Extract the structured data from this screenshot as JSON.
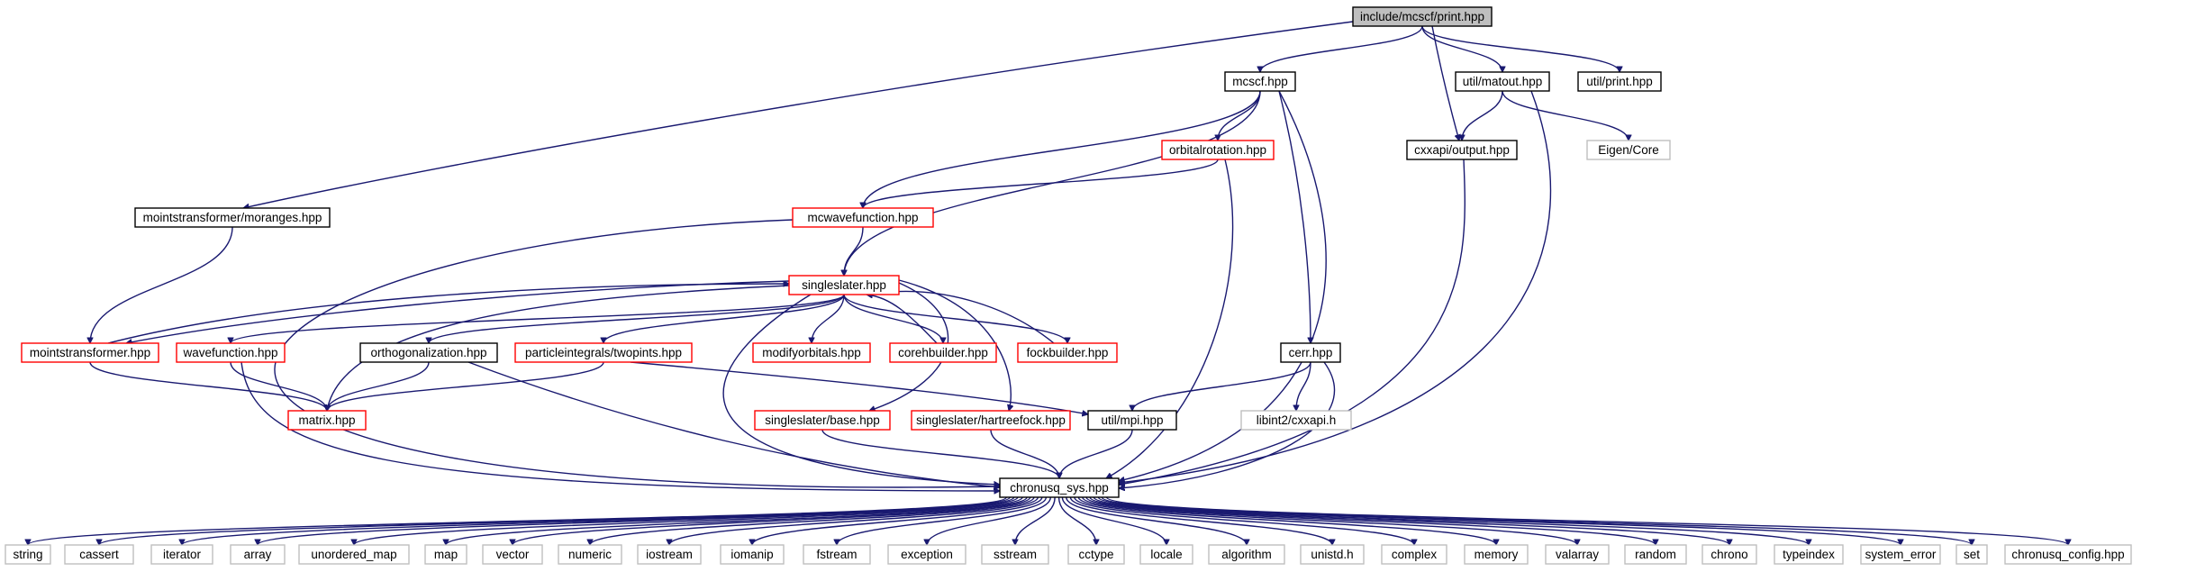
{
  "colors": {
    "edge": "#191970",
    "root_fill": "#bfbfbf",
    "root_stroke": "#000000",
    "doc_stroke": "#000000",
    "incomplete_stroke": "#ff0000",
    "system_stroke": "#bfbfbf",
    "node_fill": "#ffffff"
  },
  "nodes": {
    "print": {
      "label": "include/mcscf/print.hpp",
      "kind": "root"
    },
    "mcscf": {
      "label": "mcscf.hpp",
      "kind": "doc"
    },
    "matout": {
      "label": "util/matout.hpp",
      "kind": "doc"
    },
    "utilprint": {
      "label": "util/print.hpp",
      "kind": "doc"
    },
    "eigencore": {
      "label": "Eigen/Core",
      "kind": "system"
    },
    "output": {
      "label": "cxxapi/output.hpp",
      "kind": "doc"
    },
    "orbrot": {
      "label": "orbitalrotation.hpp",
      "kind": "incomplete"
    },
    "moranges": {
      "label": "mointstransformer/moranges.hpp",
      "kind": "doc"
    },
    "mcwf": {
      "label": "mcwavefunction.hpp",
      "kind": "incomplete"
    },
    "singleslater": {
      "label": "singleslater.hpp",
      "kind": "incomplete"
    },
    "mointstrans": {
      "label": "mointstransformer.hpp",
      "kind": "incomplete"
    },
    "wavefunction": {
      "label": "wavefunction.hpp",
      "kind": "incomplete"
    },
    "orthog": {
      "label": "orthogonalization.hpp",
      "kind": "doc"
    },
    "twopints": {
      "label": "particleintegrals/twopints.hpp",
      "kind": "incomplete"
    },
    "modifyorb": {
      "label": "modifyorbitals.hpp",
      "kind": "incomplete"
    },
    "corehb": {
      "label": "corehbuilder.hpp",
      "kind": "incomplete"
    },
    "fockb": {
      "label": "fockbuilder.hpp",
      "kind": "incomplete"
    },
    "cerr": {
      "label": "cerr.hpp",
      "kind": "doc"
    },
    "libint": {
      "label": "libint2/cxxapi.h",
      "kind": "system"
    },
    "matrix": {
      "label": "matrix.hpp",
      "kind": "incomplete"
    },
    "ssbase": {
      "label": "singleslater/base.hpp",
      "kind": "incomplete"
    },
    "sshf": {
      "label": "singleslater/hartreefock.hpp",
      "kind": "incomplete"
    },
    "mpi": {
      "label": "util/mpi.hpp",
      "kind": "doc"
    },
    "chronusq": {
      "label": "chronusq_sys.hpp",
      "kind": "doc"
    },
    "s_string": {
      "label": "string",
      "kind": "system"
    },
    "s_cassert": {
      "label": "cassert",
      "kind": "system"
    },
    "s_iterator": {
      "label": "iterator",
      "kind": "system"
    },
    "s_array": {
      "label": "array",
      "kind": "system"
    },
    "s_unordered_map": {
      "label": "unordered_map",
      "kind": "system"
    },
    "s_map": {
      "label": "map",
      "kind": "system"
    },
    "s_vector": {
      "label": "vector",
      "kind": "system"
    },
    "s_numeric": {
      "label": "numeric",
      "kind": "system"
    },
    "s_iostream": {
      "label": "iostream",
      "kind": "system"
    },
    "s_iomanip": {
      "label": "iomanip",
      "kind": "system"
    },
    "s_fstream": {
      "label": "fstream",
      "kind": "system"
    },
    "s_exception": {
      "label": "exception",
      "kind": "system"
    },
    "s_sstream": {
      "label": "sstream",
      "kind": "system"
    },
    "s_cctype": {
      "label": "cctype",
      "kind": "system"
    },
    "s_locale": {
      "label": "locale",
      "kind": "system"
    },
    "s_algorithm": {
      "label": "algorithm",
      "kind": "system"
    },
    "s_unistd": {
      "label": "unistd.h",
      "kind": "system"
    },
    "s_complex": {
      "label": "complex",
      "kind": "system"
    },
    "s_memory": {
      "label": "memory",
      "kind": "system"
    },
    "s_valarray": {
      "label": "valarray",
      "kind": "system"
    },
    "s_random": {
      "label": "random",
      "kind": "system"
    },
    "s_chrono": {
      "label": "chrono",
      "kind": "system"
    },
    "s_typeindex": {
      "label": "typeindex",
      "kind": "system"
    },
    "s_system_error": {
      "label": "system_error",
      "kind": "system"
    },
    "s_set": {
      "label": "set",
      "kind": "system"
    },
    "s_config": {
      "label": "chronusq_config.hpp",
      "kind": "system"
    }
  },
  "edges": [
    [
      "print",
      "mcscf"
    ],
    [
      "print",
      "matout"
    ],
    [
      "print",
      "utilprint"
    ],
    [
      "print",
      "output"
    ],
    [
      "print",
      "moranges"
    ],
    [
      "mcscf",
      "orbrot"
    ],
    [
      "mcscf",
      "mcwf"
    ],
    [
      "mcscf",
      "singleslater"
    ],
    [
      "mcscf",
      "cerr"
    ],
    [
      "mcscf",
      "chronusq"
    ],
    [
      "matout",
      "output"
    ],
    [
      "matout",
      "eigencore"
    ],
    [
      "matout",
      "chronusq"
    ],
    [
      "output",
      "chronusq"
    ],
    [
      "orbrot",
      "mcwf"
    ],
    [
      "orbrot",
      "chronusq"
    ],
    [
      "moranges",
      "mointstrans"
    ],
    [
      "mcwf",
      "singleslater"
    ],
    [
      "mcwf",
      "chronusq"
    ],
    [
      "singleslater",
      "mointstrans"
    ],
    [
      "singleslater",
      "wavefunction"
    ],
    [
      "singleslater",
      "orthog"
    ],
    [
      "singleslater",
      "twopints"
    ],
    [
      "singleslater",
      "modifyorb"
    ],
    [
      "singleslater",
      "corehb"
    ],
    [
      "singleslater",
      "fockb"
    ],
    [
      "singleslater",
      "matrix"
    ],
    [
      "singleslater",
      "ssbase"
    ],
    [
      "singleslater",
      "sshf"
    ],
    [
      "singleslater",
      "chronusq"
    ],
    [
      "mointstrans",
      "singleslater"
    ],
    [
      "mointstrans",
      "matrix"
    ],
    [
      "corehb",
      "singleslater"
    ],
    [
      "fockb",
      "singleslater"
    ],
    [
      "wavefunction",
      "matrix"
    ],
    [
      "wavefunction",
      "chronusq"
    ],
    [
      "orthog",
      "matrix"
    ],
    [
      "orthog",
      "chronusq"
    ],
    [
      "twopints",
      "matrix"
    ],
    [
      "twopints",
      "mpi"
    ],
    [
      "cerr",
      "mpi"
    ],
    [
      "cerr",
      "libint"
    ],
    [
      "cerr",
      "chronusq"
    ],
    [
      "ssbase",
      "chronusq"
    ],
    [
      "sshf",
      "chronusq"
    ],
    [
      "mpi",
      "chronusq"
    ],
    [
      "chronusq",
      "s_string"
    ],
    [
      "chronusq",
      "s_cassert"
    ],
    [
      "chronusq",
      "s_iterator"
    ],
    [
      "chronusq",
      "s_array"
    ],
    [
      "chronusq",
      "s_unordered_map"
    ],
    [
      "chronusq",
      "s_map"
    ],
    [
      "chronusq",
      "s_vector"
    ],
    [
      "chronusq",
      "s_numeric"
    ],
    [
      "chronusq",
      "s_iostream"
    ],
    [
      "chronusq",
      "s_iomanip"
    ],
    [
      "chronusq",
      "s_fstream"
    ],
    [
      "chronusq",
      "s_exception"
    ],
    [
      "chronusq",
      "s_sstream"
    ],
    [
      "chronusq",
      "s_cctype"
    ],
    [
      "chronusq",
      "s_locale"
    ],
    [
      "chronusq",
      "s_algorithm"
    ],
    [
      "chronusq",
      "s_unistd"
    ],
    [
      "chronusq",
      "s_complex"
    ],
    [
      "chronusq",
      "s_memory"
    ],
    [
      "chronusq",
      "s_valarray"
    ],
    [
      "chronusq",
      "s_random"
    ],
    [
      "chronusq",
      "s_chrono"
    ],
    [
      "chronusq",
      "s_typeindex"
    ],
    [
      "chronusq",
      "s_system_error"
    ],
    [
      "chronusq",
      "s_set"
    ],
    [
      "chronusq",
      "s_config"
    ]
  ]
}
